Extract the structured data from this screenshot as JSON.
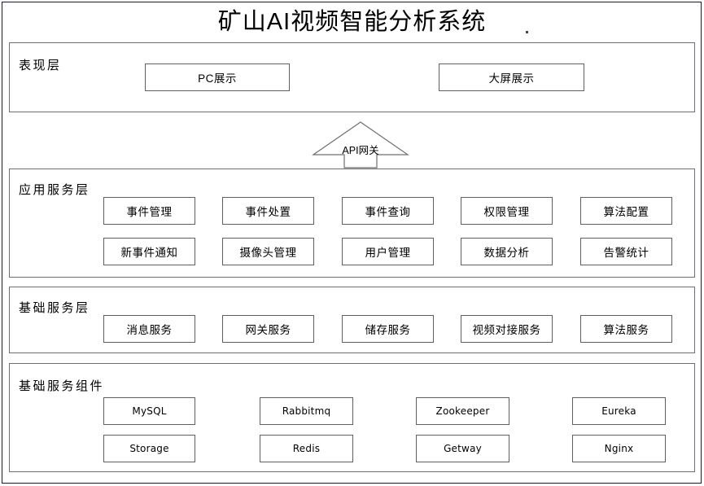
{
  "page": {
    "title": "矿山AI视频智能分析系统",
    "title_artifact": "."
  },
  "colors": {
    "page_background": "#ffffff",
    "outer_frame_border": "#1a1a2e",
    "panel_border": "#6f6f6f",
    "node_border": "#5f5f5f",
    "text": "#000000"
  },
  "layers": [
    {
      "id": "presentation",
      "label": "表现层",
      "nodes": [
        {
          "label": "PC展示",
          "script": "cjk"
        },
        {
          "label": "大屏展示",
          "script": "cjk"
        }
      ]
    },
    {
      "id": "application",
      "label": "应用服务层",
      "rows": [
        [
          {
            "label": "事件管理",
            "script": "cjk"
          },
          {
            "label": "事件处置",
            "script": "cjk"
          },
          {
            "label": "事件查询",
            "script": "cjk"
          },
          {
            "label": "权限管理",
            "script": "cjk"
          },
          {
            "label": "算法配置",
            "script": "cjk"
          }
        ],
        [
          {
            "label": "新事件通知",
            "script": "cjk"
          },
          {
            "label": "摄像头管理",
            "script": "cjk"
          },
          {
            "label": "用户管理",
            "script": "cjk"
          },
          {
            "label": "数据分析",
            "script": "cjk"
          },
          {
            "label": "告警统计",
            "script": "cjk"
          }
        ]
      ]
    },
    {
      "id": "basic-service",
      "label": "基础服务层",
      "rows": [
        [
          {
            "label": "消息服务",
            "script": "cjk"
          },
          {
            "label": "网关服务",
            "script": "cjk"
          },
          {
            "label": "储存服务",
            "script": "cjk"
          },
          {
            "label": "视频对接服务",
            "script": "cjk"
          },
          {
            "label": "算法服务",
            "script": "cjk"
          }
        ]
      ]
    },
    {
      "id": "basic-components",
      "label": "基础服务组件",
      "rows": [
        [
          {
            "label": "MySQL",
            "script": "latin"
          },
          {
            "label": "Rabbitmq",
            "script": "latin"
          },
          {
            "label": "Zookeeper",
            "script": "latin"
          },
          {
            "label": "Eureka",
            "script": "latin"
          }
        ],
        [
          {
            "label": "Storage",
            "script": "latin"
          },
          {
            "label": "Redis",
            "script": "latin"
          },
          {
            "label": "Getway",
            "script": "latin"
          },
          {
            "label": "Nginx",
            "script": "latin"
          }
        ]
      ]
    }
  ],
  "connector": {
    "label": "API网关",
    "shape": "up-arrow"
  }
}
